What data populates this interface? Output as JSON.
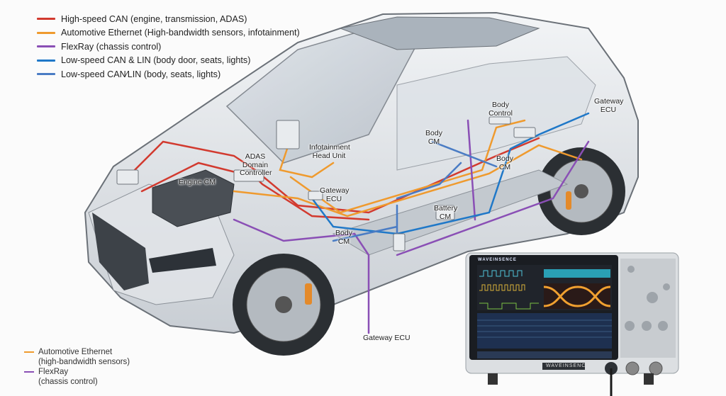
{
  "legend": {
    "items": [
      {
        "label": "High-speed CAN (engine, transmission, ADAS)",
        "color": "#d23a2f"
      },
      {
        "label": "Automotive Ethernet (High-bandwidth sensors, infotainment)",
        "color": "#ef9a2e"
      },
      {
        "label": "FlexRay (chassis control)",
        "color": "#8a4fb5"
      },
      {
        "label": "Low-speed CAN & LIN (body door, seats, lights)",
        "color": "#1f78c8"
      },
      {
        "label": "Low-speed CAN⁄LIN (body, seats, lights)",
        "color": "#4a7cc4"
      }
    ]
  },
  "bottom_legend": {
    "items": [
      {
        "label": "Automotive Ethernet",
        "sub": "(high-bandwidth sensors)",
        "color": "#ef9a2e"
      },
      {
        "label": "FlexRay",
        "sub": "(chassis control)",
        "color": "#8a4fb5"
      }
    ]
  },
  "labels": {
    "gateway_ecu_rear": "Gateway ECU",
    "body_control": "Body Control",
    "body_cm_1": "Body CM",
    "body_cm_2": "Body CM",
    "body_cm_3": "Body CM",
    "infotainment": "Infotainment Head Unit",
    "adas": "ADAS Domain Controller",
    "engine_cm": "Engine CM",
    "gateway_ecu_front": "Gateway ECU",
    "battery_cm": "Battery CM",
    "gateway_ecu_bottom": "Gateway ECU"
  },
  "oscilloscope": {
    "brand": "WAVEINSENCE"
  }
}
